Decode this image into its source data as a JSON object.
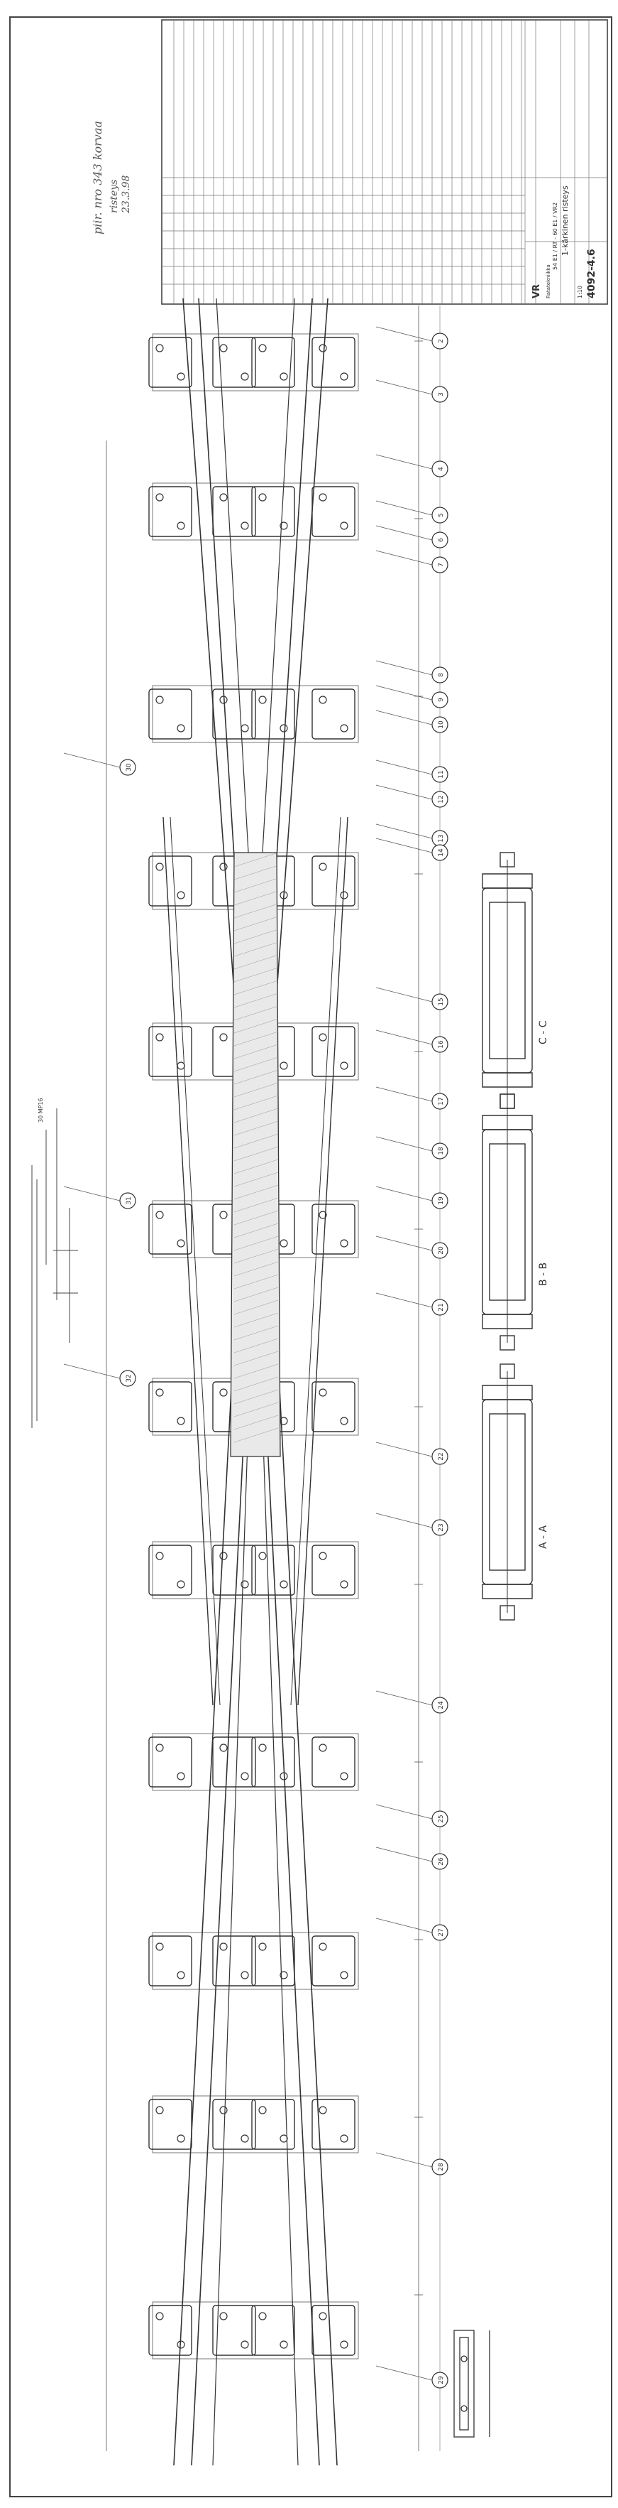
{
  "title_block": {
    "organization": "VR",
    "department": "Ratatekniikka",
    "title_line_1": "1-kärkinen risteys",
    "title_line_2": "54 E1 / RT - 60 E1 / VR2",
    "drawing_number": "4092-4.6",
    "scale": "1:10"
  },
  "handwritten_note": {
    "line_1": "piir. nro 343 korvaa",
    "line_2": "risteys",
    "line_3": "23.3.98"
  },
  "sections": {
    "a": "A - A",
    "b": "B - B",
    "c": "C - C"
  },
  "balloons": [
    "2",
    "3",
    "4",
    "5",
    "6",
    "7",
    "8",
    "9",
    "10",
    "11",
    "12",
    "13",
    "14",
    "15",
    "16",
    "17",
    "18",
    "19",
    "20",
    "21",
    "22",
    "23",
    "24",
    "25",
    "26",
    "27",
    "28",
    "29",
    "30",
    "31",
    "32"
  ],
  "detail_views": {
    "small_profile": "30 MP16"
  }
}
